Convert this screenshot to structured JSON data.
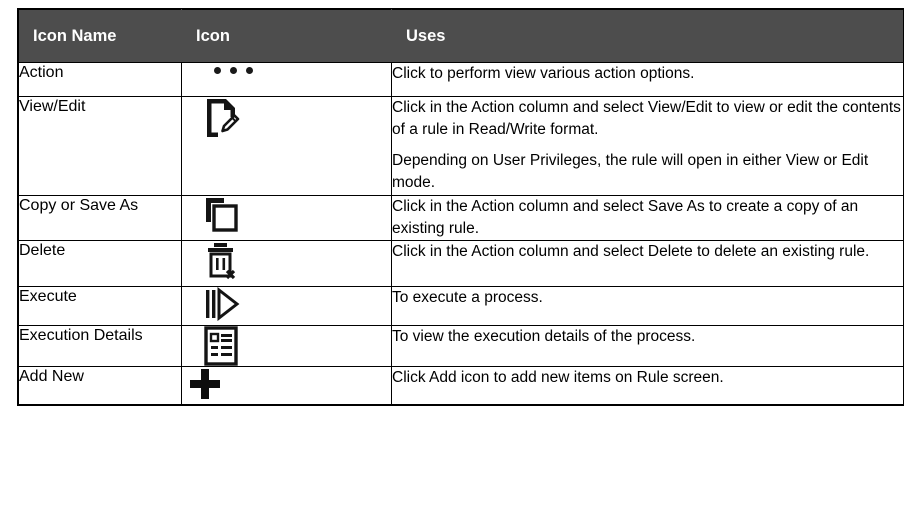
{
  "table": {
    "headers": [
      {
        "label": "Icon Name",
        "name": "column-header-icon-name"
      },
      {
        "label": "Icon",
        "name": "column-header-icon"
      },
      {
        "label": "Uses",
        "name": "column-header-uses"
      }
    ],
    "header_bg_color": "#4d4d4d",
    "header_text_color": "#ffffff",
    "border_color": "#000000",
    "body_bg_color": "#ffffff",
    "body_text_color": "#000000",
    "rows": [
      {
        "icon_name": "Action",
        "icon": "three-dots-icon",
        "uses": [
          "Click to perform view various action options."
        ]
      },
      {
        "icon_name": "View/Edit",
        "icon": "document-pencil-icon",
        "uses": [
          "Click in the Action column and select View/Edit to view or edit the contents of a rule in Read/Write format.",
          "Depending on User Privileges, the rule will open in either View or Edit mode."
        ]
      },
      {
        "icon_name": "Copy or Save As",
        "icon": "copy-icon",
        "uses": [
          "Click in the Action column and select Save As to create a copy of an existing rule."
        ]
      },
      {
        "icon_name": "Delete",
        "icon": "trash-delete-icon",
        "uses": [
          "Click in the Action column and select Delete to delete an existing rule."
        ]
      },
      {
        "icon_name": "Execute",
        "icon": "execute-play-icon",
        "uses": [
          "To execute a process."
        ]
      },
      {
        "icon_name": "Execution Details",
        "icon": "execution-details-list-icon",
        "uses": [
          "To view the execution details of the process."
        ]
      },
      {
        "icon_name": "Add New",
        "icon": "plus-icon",
        "uses": [
          "Click Add icon to add new items on Rule screen."
        ]
      }
    ]
  }
}
